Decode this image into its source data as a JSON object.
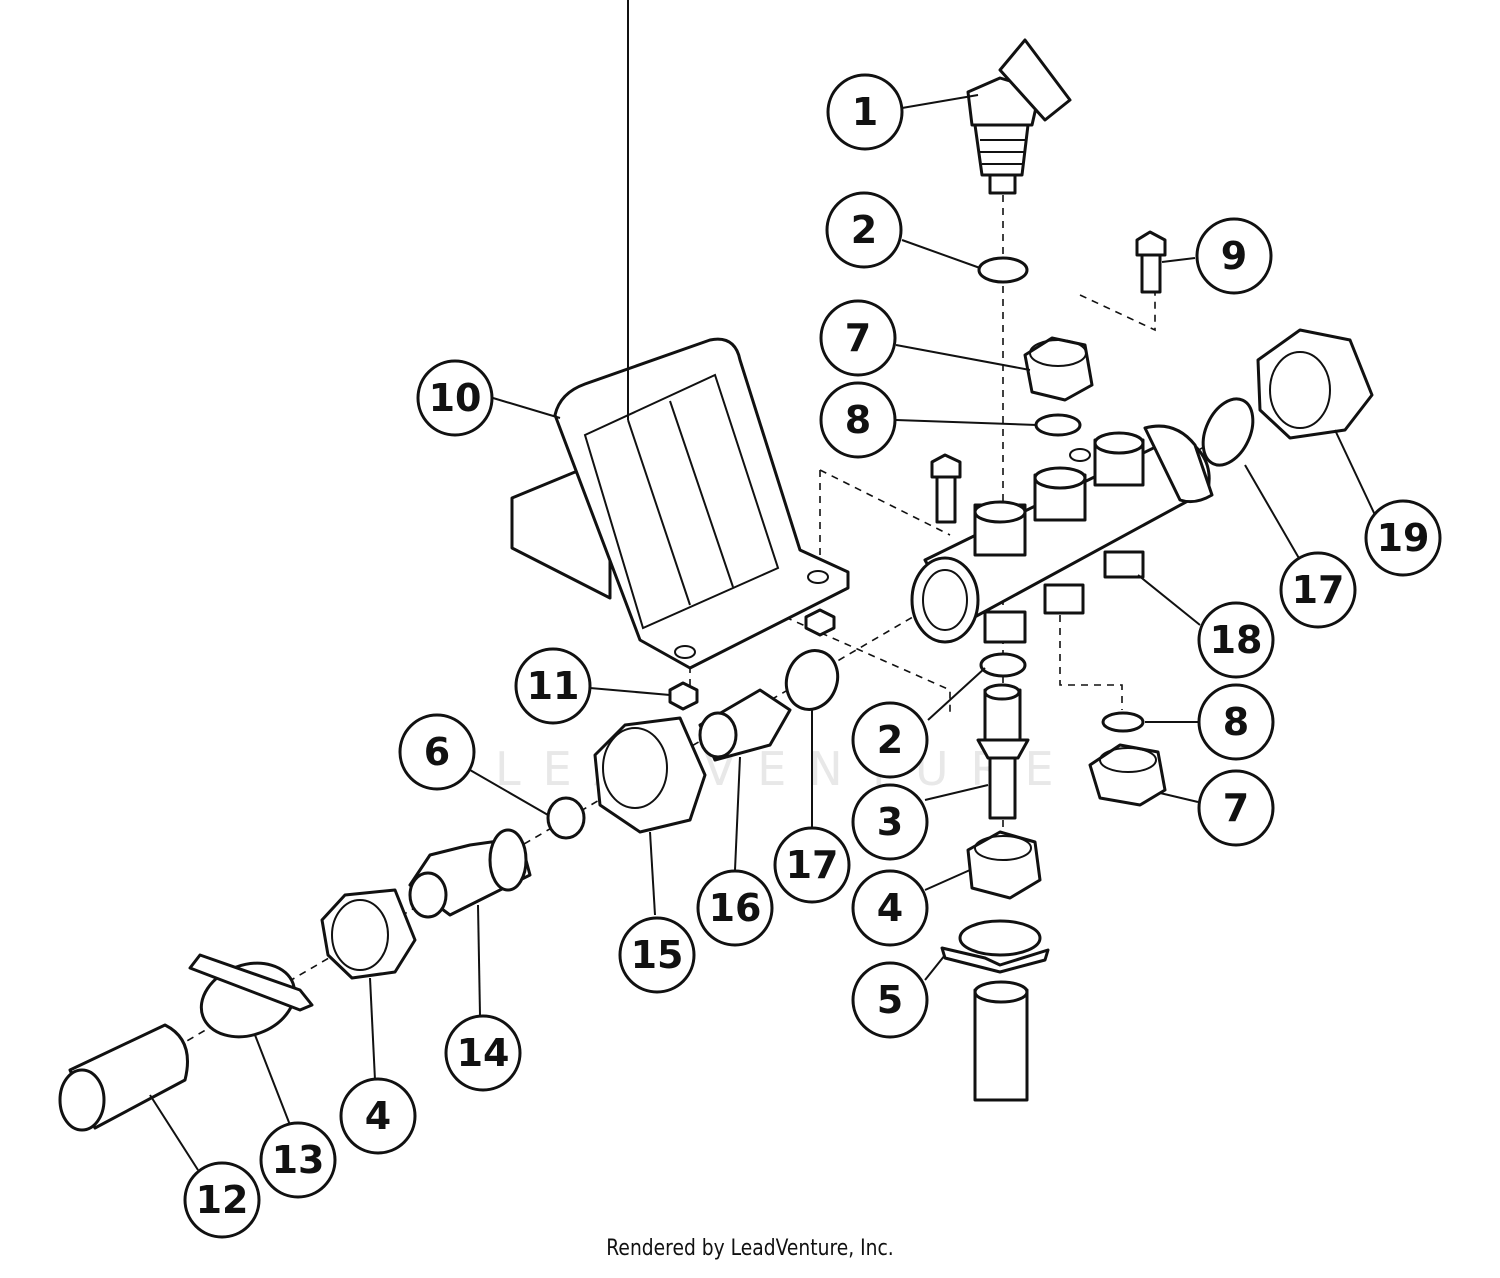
{
  "diagram": {
    "balloons": [
      "1",
      "2",
      "9",
      "7",
      "8",
      "10",
      "19",
      "17",
      "18",
      "11",
      "2",
      "8",
      "6",
      "17",
      "16",
      "15",
      "3",
      "7",
      "4",
      "5",
      "14",
      "13",
      "4",
      "12"
    ],
    "watermark": "LEADVENTURE",
    "footer": "Rendered by LeadVenture, Inc."
  }
}
